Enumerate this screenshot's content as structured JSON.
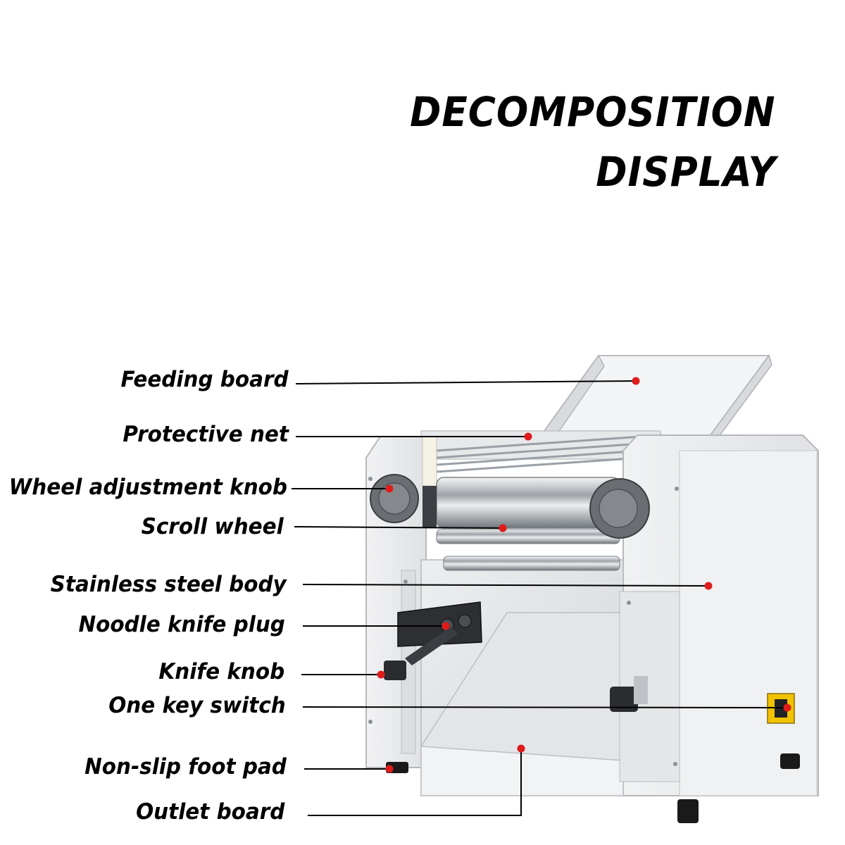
{
  "title": {
    "line1": "DECOMPOSITION",
    "line2": "DISPLAY"
  },
  "callouts": [
    {
      "id": "feeding-board",
      "label": "Feeding board"
    },
    {
      "id": "protective-net",
      "label": "Protective net"
    },
    {
      "id": "wheel-adjustment-knob",
      "label": "Wheel adjustment knob"
    },
    {
      "id": "scroll-wheel",
      "label": "Scroll wheel"
    },
    {
      "id": "stainless-steel-body",
      "label": "Stainless steel body"
    },
    {
      "id": "noodle-knife-plug",
      "label": "Noodle knife plug"
    },
    {
      "id": "knife-knob",
      "label": "Knife knob"
    },
    {
      "id": "one-key-switch",
      "label": "One key switch"
    },
    {
      "id": "non-slip-foot-pad",
      "label": "Non-slip foot pad"
    },
    {
      "id": "outlet-board",
      "label": "Outlet board"
    }
  ],
  "colors": {
    "marker": "#e01b1b",
    "line": "#000000",
    "steel": "#e9eaec",
    "steel_shadow": "#c9cbce",
    "roller": "#b8bcc1",
    "knob": "#5a5d61",
    "foot": "#1a1a1a"
  }
}
